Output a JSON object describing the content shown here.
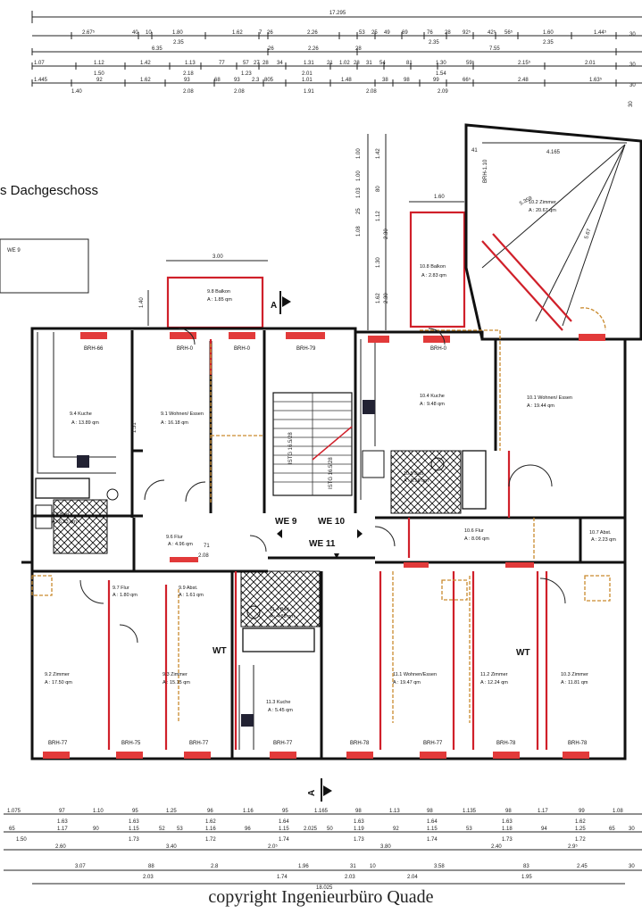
{
  "title": "s Dachgeschoss",
  "copyright": "copyright Ingenieurbüro Quade",
  "colors": {
    "wall": "#111111",
    "new_wall": "#d0202a",
    "dashed": "#c98a2e",
    "dim_text": "#222222"
  },
  "top_dims": {
    "total": "17.295",
    "row1": [
      "2.67⁵",
      "40",
      "10",
      "1.80",
      "1.62",
      "7",
      "26",
      "2.26",
      "53",
      "25",
      "49",
      "69",
      "76",
      "28",
      "92⁵",
      "42⁵",
      "56⁵",
      "1.60",
      "1.44⁵"
    ],
    "row2": [
      "2.35",
      "2.35",
      "2.35"
    ],
    "row3": [
      "6.35",
      "26",
      "2.26",
      "28",
      "7.55"
    ],
    "row4": [
      "1.07",
      "1.12",
      "1.42",
      "1.13",
      "77",
      "57",
      "27",
      "28",
      "34",
      "1.31",
      "21",
      "1.02",
      "28",
      "31",
      "54",
      "81",
      "1.30",
      "59⁵",
      "2.15⁵",
      "2.01"
    ],
    "row5": [
      "1.50",
      "2.18",
      "1.23",
      "2.01",
      "1.54"
    ],
    "row6": [
      "1.445",
      "92",
      "1.62",
      "93",
      "68",
      "93",
      "2.3",
      "805",
      "1.01",
      "1.48",
      "38",
      "98",
      "99",
      "66⁵",
      "2.48",
      "1.63⁵"
    ],
    "row7": [
      "1.40",
      "2.08",
      "2.08",
      "1.91",
      "2.08",
      "2.09"
    ],
    "right_edge": [
      "30",
      "30",
      "30"
    ]
  },
  "bottom_dims": {
    "row1": [
      "1.075",
      "97",
      "1.10",
      "95",
      "1.25",
      "96",
      "1.16",
      "95",
      "1.165",
      "98",
      "1.13",
      "98",
      "1.135",
      "98",
      "1.17",
      "99",
      "1.08"
    ],
    "row2": [
      "1.63",
      "1.63",
      "1.62",
      "1.64",
      "1.63",
      "1.64",
      "1.63",
      "1.62"
    ],
    "row3": [
      "65",
      "1.17",
      "90",
      "1.15",
      "52",
      "53",
      "1.16",
      "96",
      "1.15",
      "2.025",
      "50",
      "1.19",
      "92",
      "1.15",
      "53",
      "1.18",
      "94",
      "1.25",
      "65",
      "30"
    ],
    "row4": [
      "1.50",
      "1.73",
      "1.72",
      "1.74",
      "1.73",
      "1.74",
      "1.73",
      "1.72"
    ],
    "row5": [
      "2.60",
      "3.40",
      "2.0⁵",
      "3.80",
      "2.40",
      "2.9⁵"
    ],
    "row6": [
      "3.07",
      "88",
      "2.8",
      "1.96",
      "31",
      "10",
      "3.58",
      "83",
      "2.45",
      "30"
    ],
    "row7": [
      "2.03",
      "1.74",
      "2.03",
      "2.04",
      "1.95"
    ],
    "total": "18.025"
  },
  "side_dims": {
    "vertical": [
      "1.00",
      "1.42",
      "1.00",
      "1.03",
      "80",
      "25",
      "1.08",
      "1.12",
      "2.30",
      "1.30",
      "1.62",
      "2.30",
      "30"
    ],
    "left_small": "1.40"
  },
  "plan_labels": {
    "box_we9": "WE 9",
    "balcony_9": "3.00",
    "balcony_10": "1.60",
    "dim_41": "41",
    "diag_4165": "4.165",
    "diag_5359": "5.359",
    "diag_567": "5.67",
    "dim_151": "1.51",
    "dim_208": "2.08",
    "dim_71": "71"
  },
  "units": [
    {
      "id": "WE 9",
      "label": "WE 9"
    },
    {
      "id": "WE 10",
      "label": "WE 10"
    },
    {
      "id": "WE 11",
      "label": "WE 11"
    }
  ],
  "section_marker": "A",
  "rooms": [
    {
      "name": "9.8 Balkon",
      "area": "A : 1.85 qm"
    },
    {
      "name": "9.4 Kuche",
      "area": "A : 13.89 qm"
    },
    {
      "name": "9.1 Wohnen/ Essen",
      "area": "A : 16.18 qm"
    },
    {
      "name": "9.5 Bad",
      "area": "A : 6.33 qm"
    },
    {
      "name": "9.6 Flur",
      "area": "A : 4.96 qm"
    },
    {
      "name": "9.7 Flur",
      "area": "A : 1.80 qm"
    },
    {
      "name": "9.9 Abst.",
      "area": "A : 1.61 qm"
    },
    {
      "name": "9.2 Zimmer",
      "area": "A : 17.50 qm"
    },
    {
      "name": "9.3 Zimmer",
      "area": "A : 15.15 qm"
    },
    {
      "name": "10.8 Balkon",
      "area": "A : 2.83 qm"
    },
    {
      "name": "10.2 Zimmer",
      "area": "A : 20.67 qm"
    },
    {
      "name": "10.4 Kuche",
      "area": "A : 9.48 qm"
    },
    {
      "name": "10.1 Wohnen/ Essen",
      "area": "A : 19.44 qm"
    },
    {
      "name": "10.5 Bad",
      "area": "A : 6.56 qm"
    },
    {
      "name": "10.6 Flur",
      "area": "A : 8.06 qm"
    },
    {
      "name": "10.7 Abst.",
      "area": "A : 2.23 qm"
    },
    {
      "name": "11.4 Bad",
      "area": "A : 4.88 qm"
    },
    {
      "name": "11.3 Kuche",
      "area": "A : 5.45 qm"
    },
    {
      "name": "11.1 Wohnen/Essen",
      "area": "A : 19.47 qm"
    },
    {
      "name": "11.2 Zimmer",
      "area": "A : 12.24 qm"
    },
    {
      "name": "10.3 Zimmer",
      "area": "A : 11.81 qm"
    }
  ],
  "brh_labels": [
    "BRH-66",
    "BRH-0",
    "BRH-0",
    "BRH-79",
    "BRH-1.10",
    "BRH-0",
    "BRH-77",
    "BRH-75",
    "BRH-77",
    "BRH-77",
    "BRH-78",
    "BRH-77",
    "BRH-78",
    "BRH-78"
  ],
  "wt_labels": [
    "WT",
    "WT"
  ],
  "stair_label_1": "ISTG 16.5/28",
  "stair_label_2": "ISTG 16.5/28"
}
